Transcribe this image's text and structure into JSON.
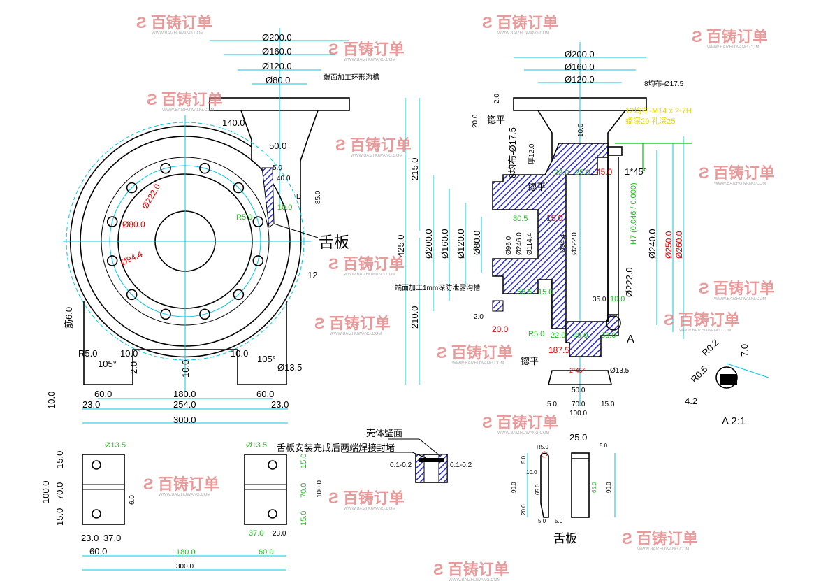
{
  "watermark": {
    "brand": "百铸订单",
    "url": "WWW.BAIZHUWANG.COM"
  },
  "front_view": {
    "dims": [
      "Ø200.0",
      "Ø160.0",
      "Ø120.0",
      "Ø80.0",
      "140.0",
      "50.0",
      "5.0",
      "40.0",
      "85.0",
      "10.0",
      "R5.0",
      "D",
      "12",
      "筋6.0",
      "R5.0",
      "105°",
      "10.0",
      "2.0",
      "10.0",
      "180.0",
      "10.0",
      "105°",
      "Ø13.5",
      "60.0",
      "60.0",
      "23.0",
      "254.0",
      "23.0",
      "300.0",
      "10.0"
    ],
    "red_dims": [
      "Ø222.0",
      "Ø80.0",
      "Ø94.4"
    ],
    "note_groove": "端面加工环形沟槽",
    "tongue_label": "舌板"
  },
  "section_view": {
    "dims": [
      "Ø200.0",
      "Ø160.0",
      "Ø120.0",
      "8均布-Ø17.5",
      "2.0",
      "20.0",
      "锪平",
      "10.0",
      "8均布-Ø17.5",
      "厚12.0",
      "22.0",
      "25.0",
      "1*45°",
      "锪平",
      "215.0",
      "80.5",
      "425.0",
      "Ø200.0",
      "Ø160.0",
      "Ø120.0",
      "Ø80.0",
      "Ø96.0",
      "Ø246.0",
      "Ø114.4",
      "Ø94.4",
      "Ø222.0",
      "Ø240.0",
      "58.5",
      "15.0",
      "35.0",
      "10.0",
      "210.0",
      "2.0",
      "R5.0",
      "22.0",
      "49.0",
      "33.0",
      "A",
      "锪平",
      "Ø13.5",
      "50.0",
      "5.0",
      "70.0",
      "15.0",
      "100.0",
      "Ø222.0"
    ],
    "red_dims": [
      "45.0",
      "15.0",
      "Ø250.0",
      "Ø260.0",
      "20.0",
      "187.5",
      "2*45°"
    ],
    "tolerance": "H7 (0.046 / 0.000)",
    "thread_note": "12均布-M14 x 2-7H",
    "thread_depth": "螺深20 孔深25",
    "groove_note": "端面加工1mm深防泄露沟槽"
  },
  "detail_a": {
    "dims": [
      "R0.2",
      "R0.5",
      "7.0",
      "4.2"
    ],
    "title": "A 2:1"
  },
  "foot_views": {
    "dims": [
      "Ø13.5",
      "15.0",
      "70.0",
      "100.0",
      "15.0",
      "6.0",
      "23.0",
      "37.0",
      "60.0",
      "180.0",
      "60.0",
      "300.0",
      "Ø13.5",
      "15.0",
      "70.0",
      "100.0",
      "15.0",
      "37.0",
      "23.0"
    ]
  },
  "weld_detail": {
    "wall_label": "壳体壁面",
    "note": "舌板安装完成后两端焊接封堵",
    "gap_left": "0.1-0.2",
    "gap_right": "0.1-0.2"
  },
  "tongue_detail": {
    "dims": [
      "25.0",
      "R5.0",
      "5.0",
      "65.0",
      "10.0",
      "90.0",
      "20.0",
      "5.0",
      "5.0",
      "5.0",
      "90.0",
      "65.0"
    ],
    "title": "舌板"
  }
}
